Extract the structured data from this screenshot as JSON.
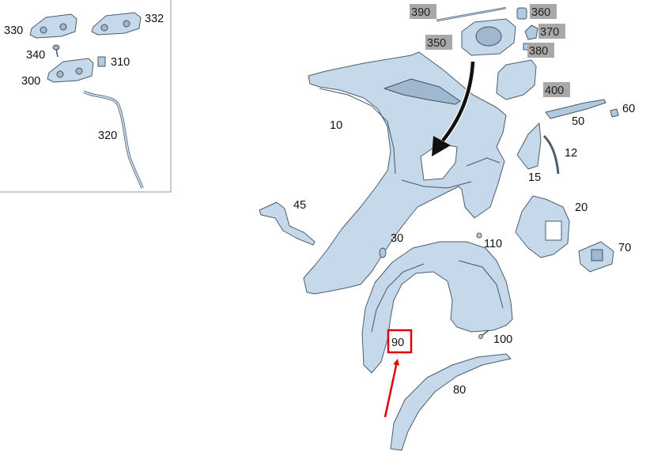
{
  "diagram": {
    "labels": {
      "l330": "330",
      "l332": "332",
      "l340": "340",
      "l310": "310",
      "l300": "300",
      "l320": "320",
      "l390": "390",
      "l360": "360",
      "l350": "350",
      "l370": "370",
      "l380": "380",
      "l400": "400",
      "l10": "10",
      "l60": "60",
      "l50": "50",
      "l12": "12",
      "l15": "15",
      "l45": "45",
      "l20": "20",
      "l30": "30",
      "l110": "110",
      "l70": "70",
      "l90": "90",
      "l100": "100",
      "l80": "80"
    },
    "colors": {
      "part_fill": "#c6d9ea",
      "part_outline": "#4b5d70",
      "label_highlight_bg": "#a8a8a8",
      "callout_box": "#e00000",
      "callout_arrow": "#e00000",
      "pointer_arrow": "#111111",
      "inset_border": "#9a9a9a"
    }
  }
}
